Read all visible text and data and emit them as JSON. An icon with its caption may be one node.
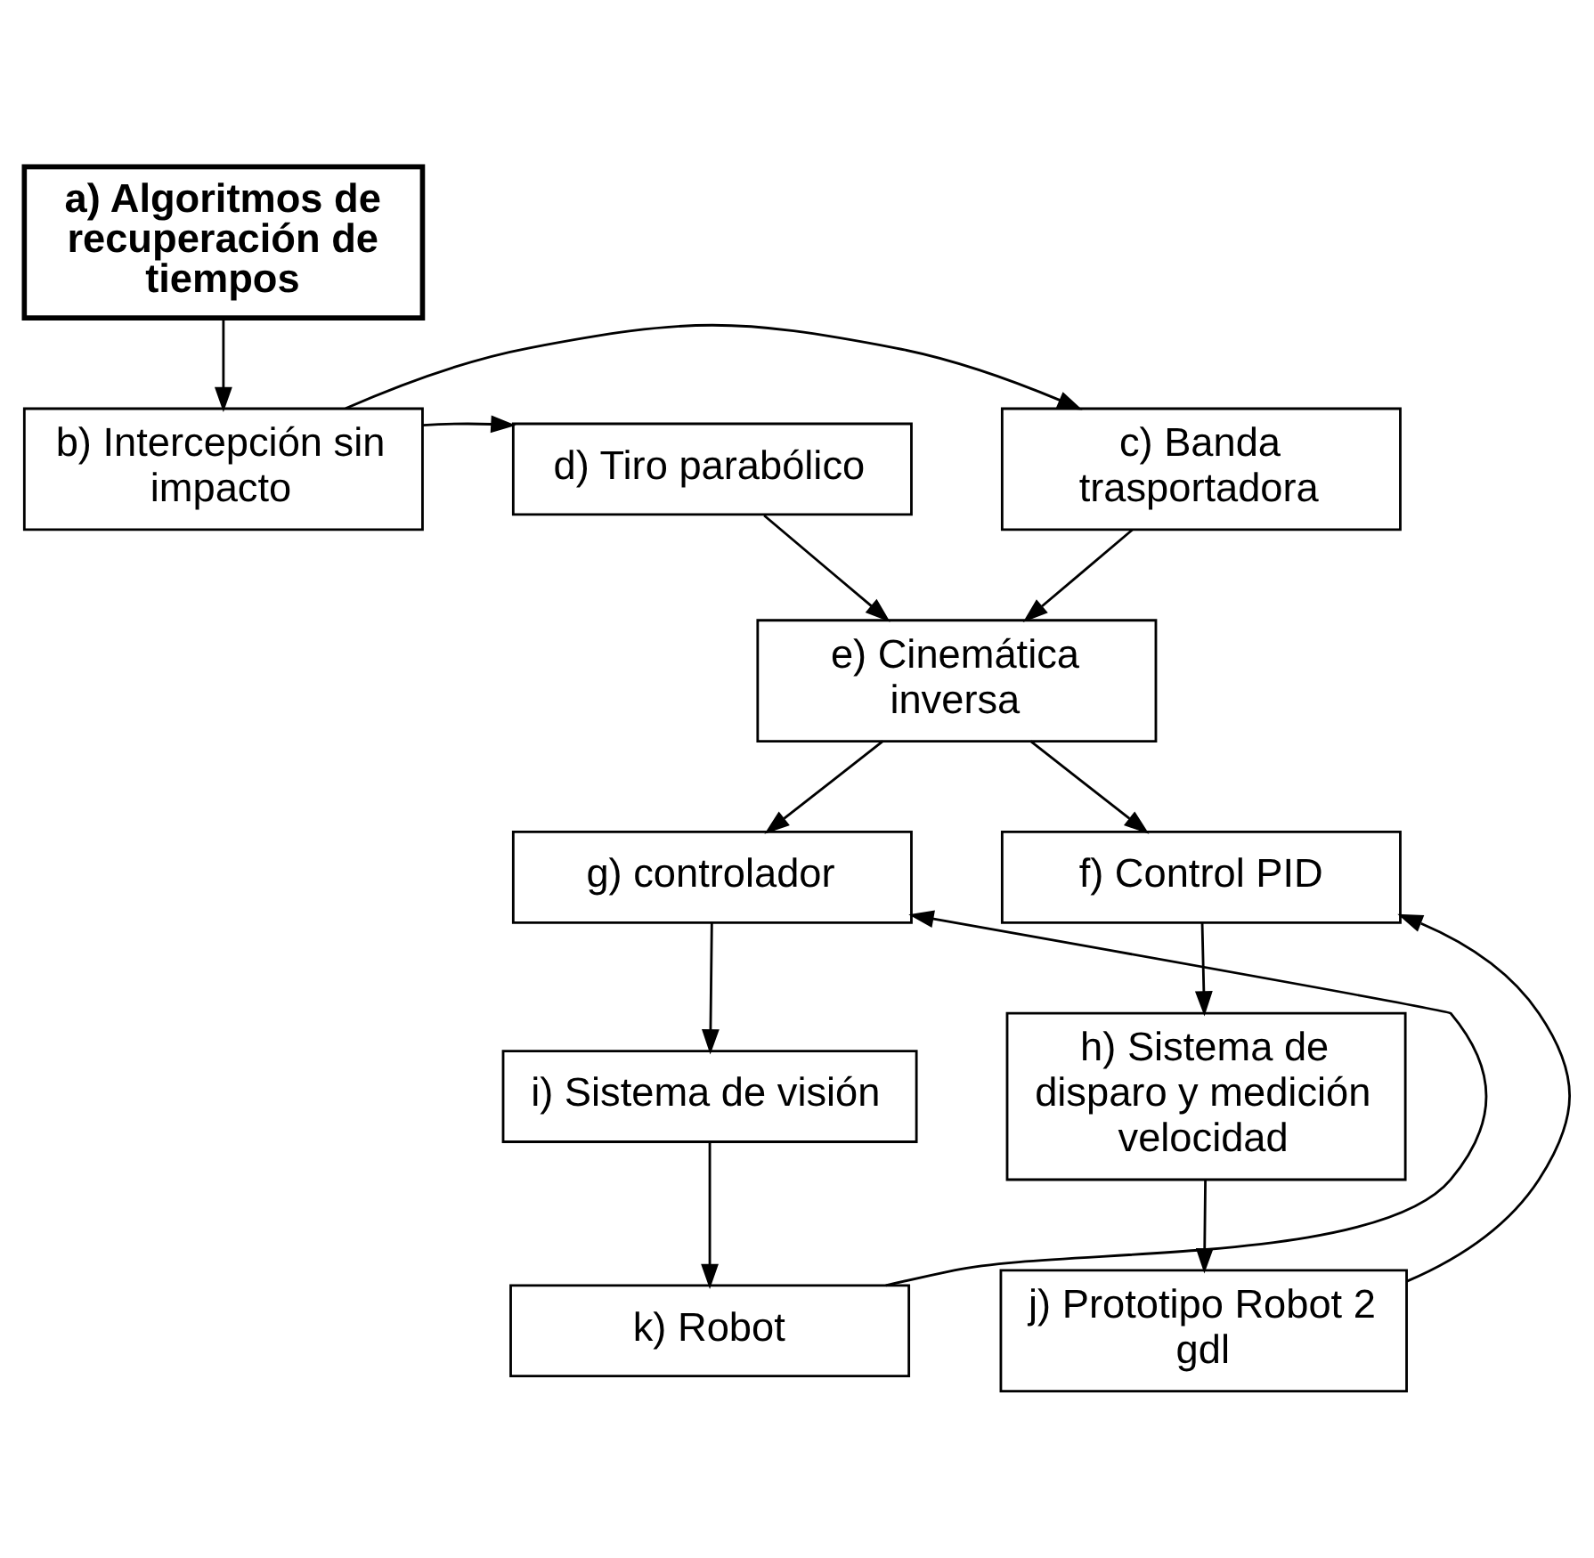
{
  "diagram": {
    "nodes": [
      {
        "text": [
          "a) Algoritmos de recuperación de tiempos"
        ]
      },
      {
        "text": [
          "b) Intercepción sin impacto"
        ]
      },
      {
        "text": [
          "c) Banda trasportadora"
        ]
      },
      {
        "text": [
          "d) Tiro parabólico"
        ]
      },
      {
        "text": [
          "e) Cinemática inversa"
        ]
      },
      {
        "text": [
          "g) controlador"
        ]
      },
      {
        "text": [
          "f) Control PID"
        ]
      },
      {
        "text": [
          "i) Sistema de visión"
        ]
      },
      {
        "text": [
          "h) Sistema de disparo y medición velocidad"
        ]
      },
      {
        "text": [
          "k) Robot"
        ]
      },
      {
        "text": [
          "j) Prototipo Robot 2 gdl"
        ]
      }
    ],
    "edges": [
      {
        "from": 0,
        "to": 1,
        "arrow": "to"
      },
      {
        "from": 1,
        "to": 2,
        "arrow": "to"
      },
      {
        "from": 1,
        "to": 3,
        "arrow": "to"
      },
      {
        "from": 2,
        "to": 4,
        "arrow": "to"
      },
      {
        "from": 3,
        "to": 4,
        "arrow": "to"
      },
      {
        "from": 4,
        "to": 5,
        "arrow": "to"
      },
      {
        "from": 4,
        "to": 6,
        "arrow": "to"
      },
      {
        "from": 5,
        "to": 7,
        "arrow": "to"
      },
      {
        "from": 7,
        "to": 9,
        "arrow": "to"
      },
      {
        "from": 9,
        "to": 5,
        "arrow": "to"
      },
      {
        "from": 6,
        "to": 8,
        "arrow": "to"
      },
      {
        "from": 8,
        "to": 10,
        "arrow": "to"
      },
      {
        "from": 10,
        "to": 6,
        "arrow": "to"
      }
    ]
  }
}
